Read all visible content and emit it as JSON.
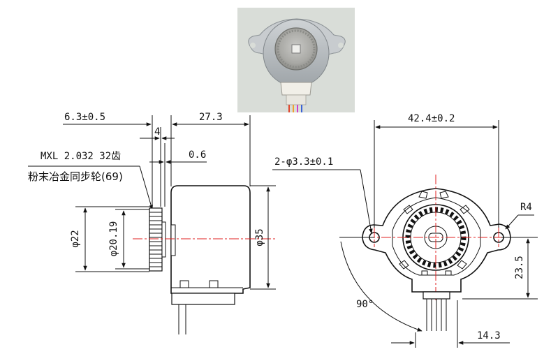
{
  "dimensions": {
    "d_6_3": "6.3±0.5",
    "d_27_3": "27.3",
    "d_4": "4",
    "d_0_6": "0.6",
    "d_42_4": "42.4±0.2",
    "d_hole": "2-φ3.3±0.1",
    "d_r4": "R4",
    "d_phi22": "φ22",
    "d_phi20": "φ20.19",
    "d_phi35": "φ35",
    "d_23_5": "23.5",
    "d_14_3": "14.3",
    "d_angle": "90°"
  },
  "gear_note": {
    "line1": "MXL 2.032 32齿",
    "line2": "粉末冶金同步轮(69)"
  },
  "colors": {
    "ink": "#111111",
    "centerline": "#e02020",
    "photo_bg": "#d9ddd8",
    "motor_body": "#b9bec2"
  }
}
